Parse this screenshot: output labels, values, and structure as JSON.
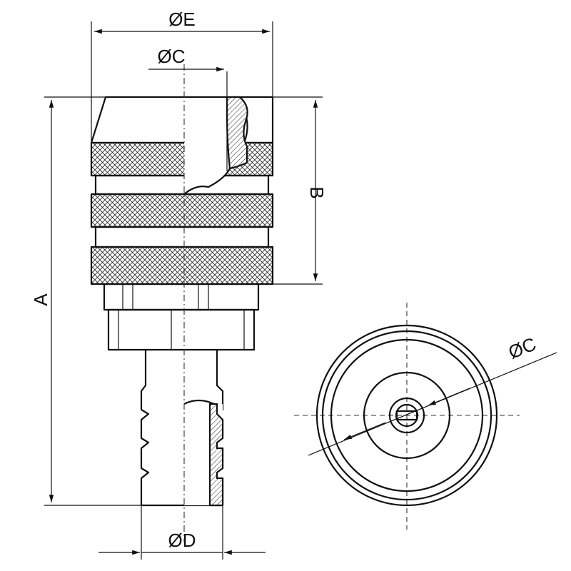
{
  "labels": {
    "dia_e": "ØE",
    "dia_c_top": "ØC",
    "dia_c_end": "ØC",
    "dia_d": "ØD",
    "len_a": "A",
    "len_b": "B"
  },
  "colors": {
    "line": "#111111",
    "background": "#ffffff"
  }
}
